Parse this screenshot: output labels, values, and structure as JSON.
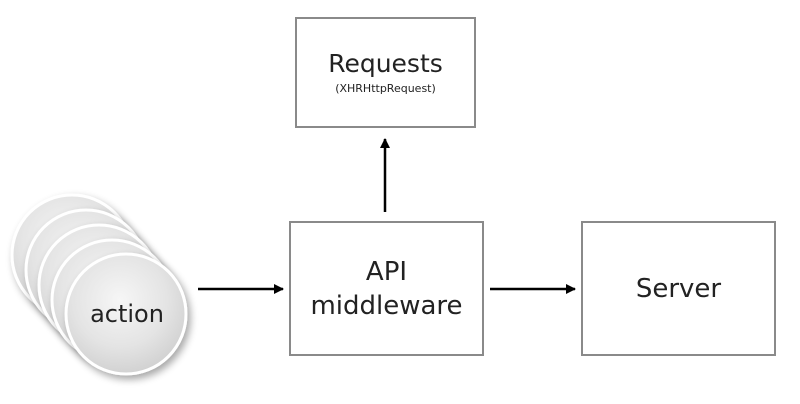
{
  "nodes": {
    "action": {
      "label": "action"
    },
    "requests": {
      "title": "Requests",
      "subtitle": "(XHRHttpRequest)"
    },
    "api_middleware": {
      "line1": "API",
      "line2": "middleware"
    },
    "server": {
      "label": "Server"
    }
  },
  "colors": {
    "box_border": "#8a8a8a",
    "arrow": "#000000",
    "circle_fill": "#dedede",
    "circle_edge": "#ffffff",
    "text": "#222222"
  }
}
